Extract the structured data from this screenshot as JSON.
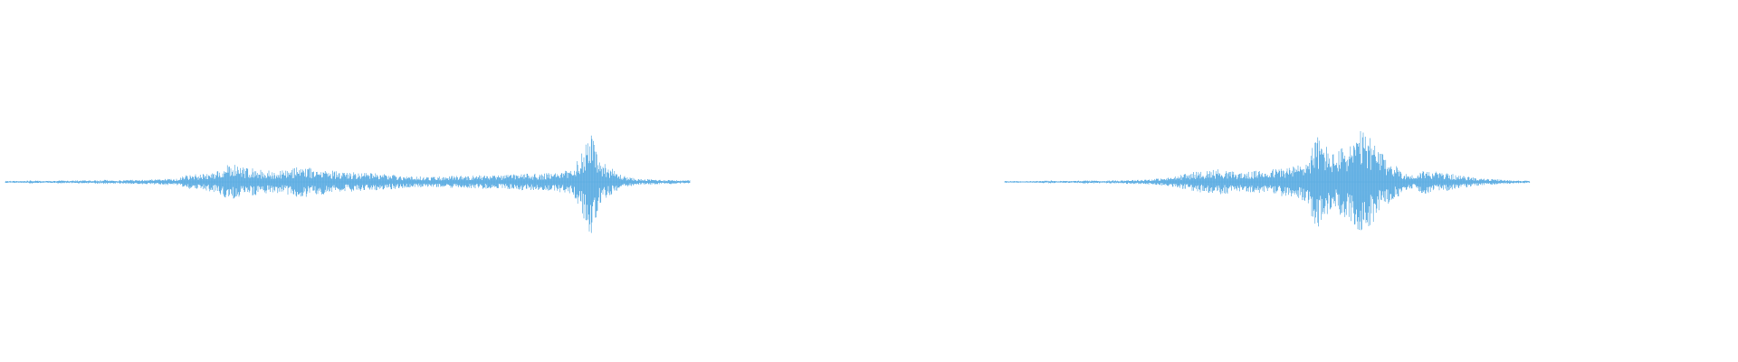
{
  "waveform": {
    "color": "#5dade2",
    "background": "#ffffff",
    "clips": [
      {
        "name": "clip-1",
        "envelope": [
          0.02,
          0.02,
          0.02,
          0.03,
          0.02,
          0.02,
          0.03,
          0.02,
          0.03,
          0.03,
          0.03,
          0.04,
          0.03,
          0.03,
          0.04,
          0.04,
          0.05,
          0.05,
          0.06,
          0.06,
          0.12,
          0.14,
          0.16,
          0.18,
          0.26,
          0.34,
          0.3,
          0.26,
          0.24,
          0.22,
          0.2,
          0.22,
          0.26,
          0.3,
          0.26,
          0.24,
          0.22,
          0.2,
          0.18,
          0.18,
          0.17,
          0.16,
          0.15,
          0.14,
          0.12,
          0.1,
          0.1,
          0.09,
          0.1,
          0.1,
          0.12,
          0.12,
          0.12,
          0.13,
          0.12,
          0.12,
          0.14,
          0.15,
          0.16,
          0.15,
          0.16,
          0.18,
          0.2,
          0.22,
          0.58,
          1.0,
          0.42,
          0.3,
          0.16,
          0.1,
          0.06,
          0.05,
          0.05,
          0.04,
          0.04,
          0.03,
          0.03
        ]
      },
      {
        "name": "clip-2",
        "envelope": [
          0.02,
          0.02,
          0.01,
          0.02,
          0.02,
          0.03,
          0.02,
          0.02,
          0.02,
          0.03,
          0.03,
          0.02,
          0.03,
          0.03,
          0.04,
          0.04,
          0.05,
          0.06,
          0.07,
          0.1,
          0.14,
          0.18,
          0.2,
          0.22,
          0.24,
          0.22,
          0.18,
          0.18,
          0.2,
          0.22,
          0.24,
          0.26,
          0.28,
          0.32,
          0.4,
          0.88,
          0.7,
          0.52,
          0.66,
          0.74,
          0.94,
          0.86,
          0.6,
          0.42,
          0.3,
          0.16,
          0.12,
          0.22,
          0.2,
          0.18,
          0.16,
          0.12,
          0.1,
          0.08,
          0.06,
          0.05,
          0.04,
          0.03,
          0.03,
          0.02
        ]
      }
    ]
  }
}
